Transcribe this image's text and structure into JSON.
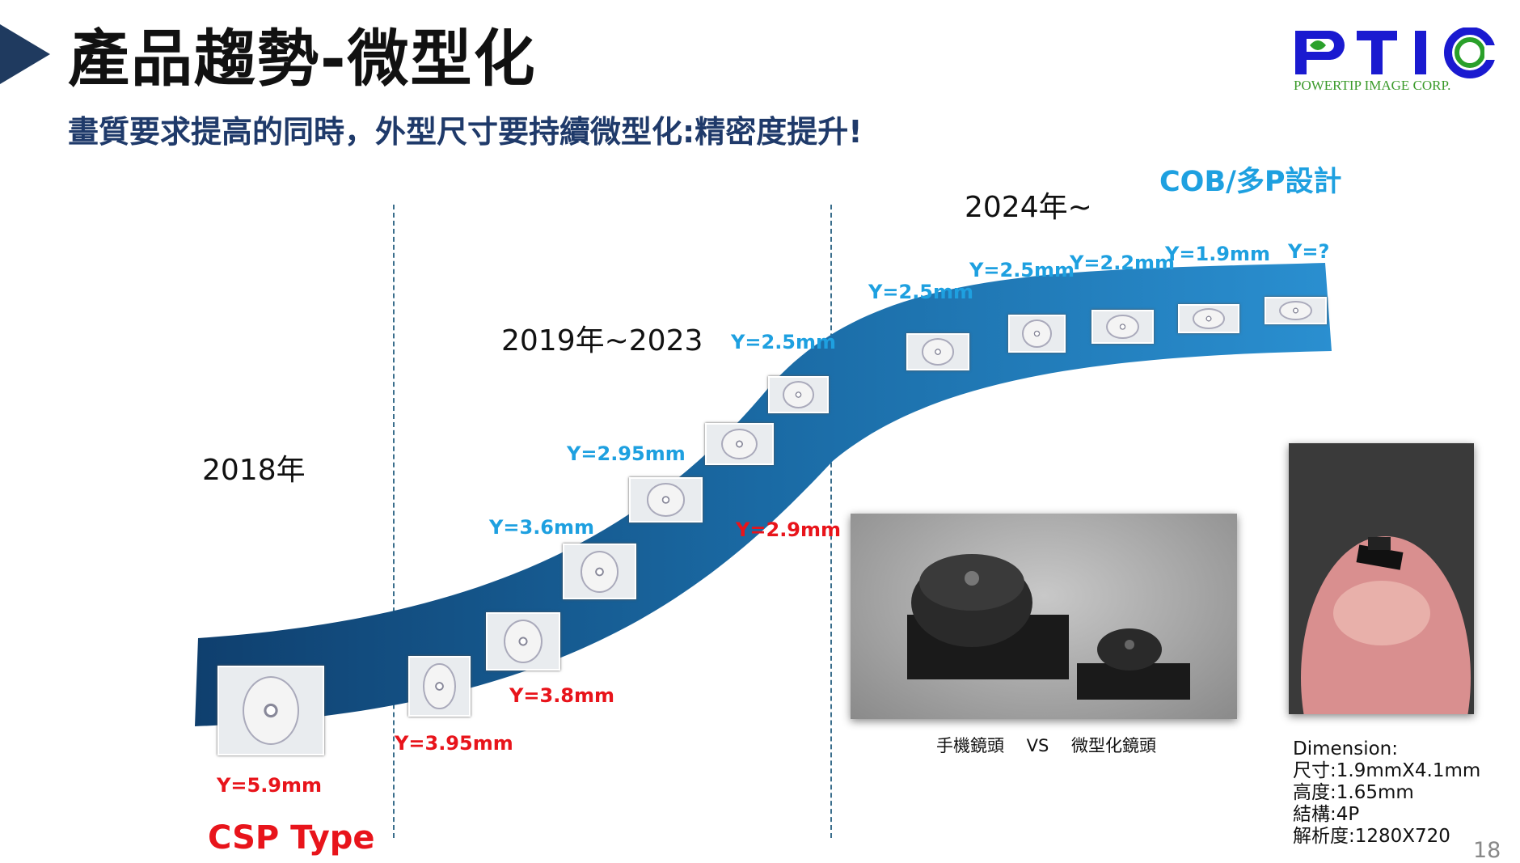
{
  "header": {
    "title": "產品趨勢-微型化",
    "subtitle": "畫質要求提高的同時，外型尺寸要持續微型化:精密度提升!"
  },
  "logo": {
    "letters": "PTIC",
    "tagline": "POWERTIP IMAGE CORP.",
    "colors": {
      "letters": "#1a1ad0",
      "swirl": "#2aa02a",
      "tagline": "#3a9a2a"
    }
  },
  "eras": {
    "e2018": "2018年",
    "e2019": "2019年~2023",
    "e2024": "2024年~",
    "cob": "COB/多P設計",
    "csp": "CSP Type"
  },
  "labels": {
    "y59": "Y=5.9mm",
    "y395": "Y=3.95mm",
    "y38": "Y=3.8mm",
    "y36": "Y=3.6mm",
    "y295": "Y=2.95mm",
    "y29": "Y=2.9mm",
    "y25a": "Y=2.5mm",
    "y25b": "Y=2.5mm",
    "y25c": "Y=2.5mm",
    "y22": "Y=2.2mm",
    "y19": "Y=1.9mm",
    "yq": "Y=?"
  },
  "photo_caption": "手機鏡頭　 VS　 微型化鏡頭",
  "dimension": [
    "Dimension:",
    "尺寸:1.9mmX4.1mm",
    "高度:1.65mm",
    "結構:4P",
    "解析度:1280X720"
  ],
  "page_number": "18",
  "colors": {
    "title_triangle": "#1f3a5f",
    "subtitle": "#1f3a6a",
    "red_label": "#e8141b",
    "blue_label": "#1ea0e0",
    "band_dark": "#0f3f6e",
    "band_light": "#2a8fd0"
  }
}
